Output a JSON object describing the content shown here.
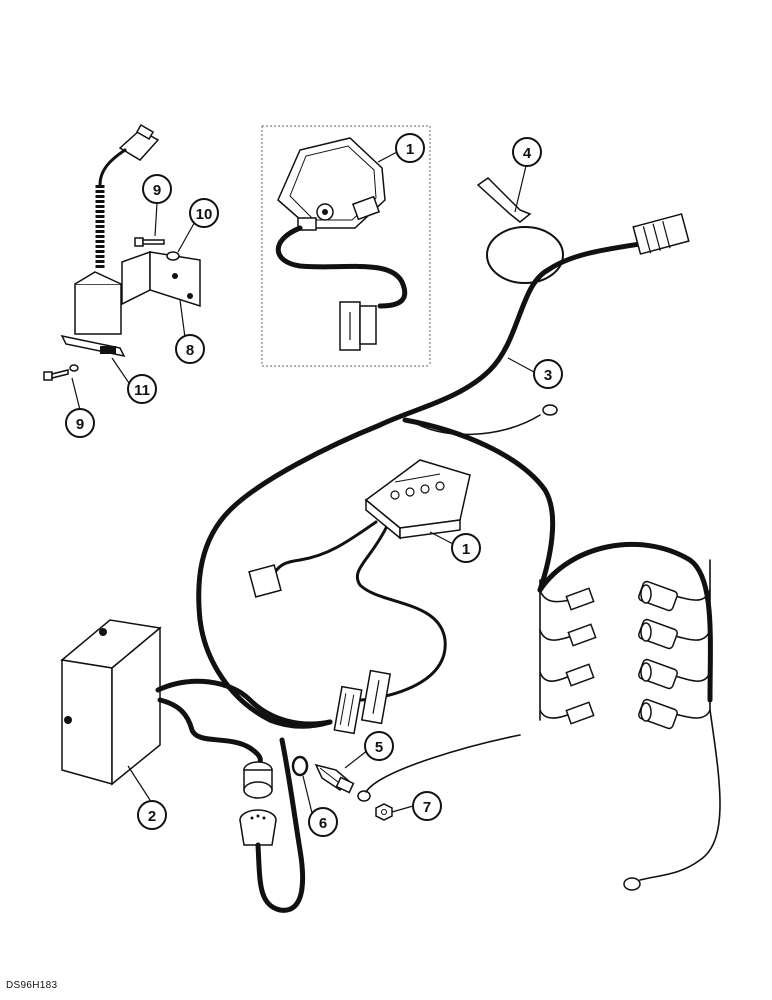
{
  "document_code": "DS96H183",
  "callouts": [
    {
      "id": "callout-1-panel",
      "label": "1"
    },
    {
      "id": "callout-4",
      "label": "4"
    },
    {
      "id": "callout-3",
      "label": "3"
    },
    {
      "id": "callout-9-top",
      "label": "9"
    },
    {
      "id": "callout-10",
      "label": "10"
    },
    {
      "id": "callout-8",
      "label": "8"
    },
    {
      "id": "callout-11",
      "label": "11"
    },
    {
      "id": "callout-9-bottom",
      "label": "9"
    },
    {
      "id": "callout-1-switch",
      "label": "1"
    },
    {
      "id": "callout-2",
      "label": "2"
    },
    {
      "id": "callout-5",
      "label": "5"
    },
    {
      "id": "callout-6",
      "label": "6"
    },
    {
      "id": "callout-7",
      "label": "7"
    }
  ]
}
